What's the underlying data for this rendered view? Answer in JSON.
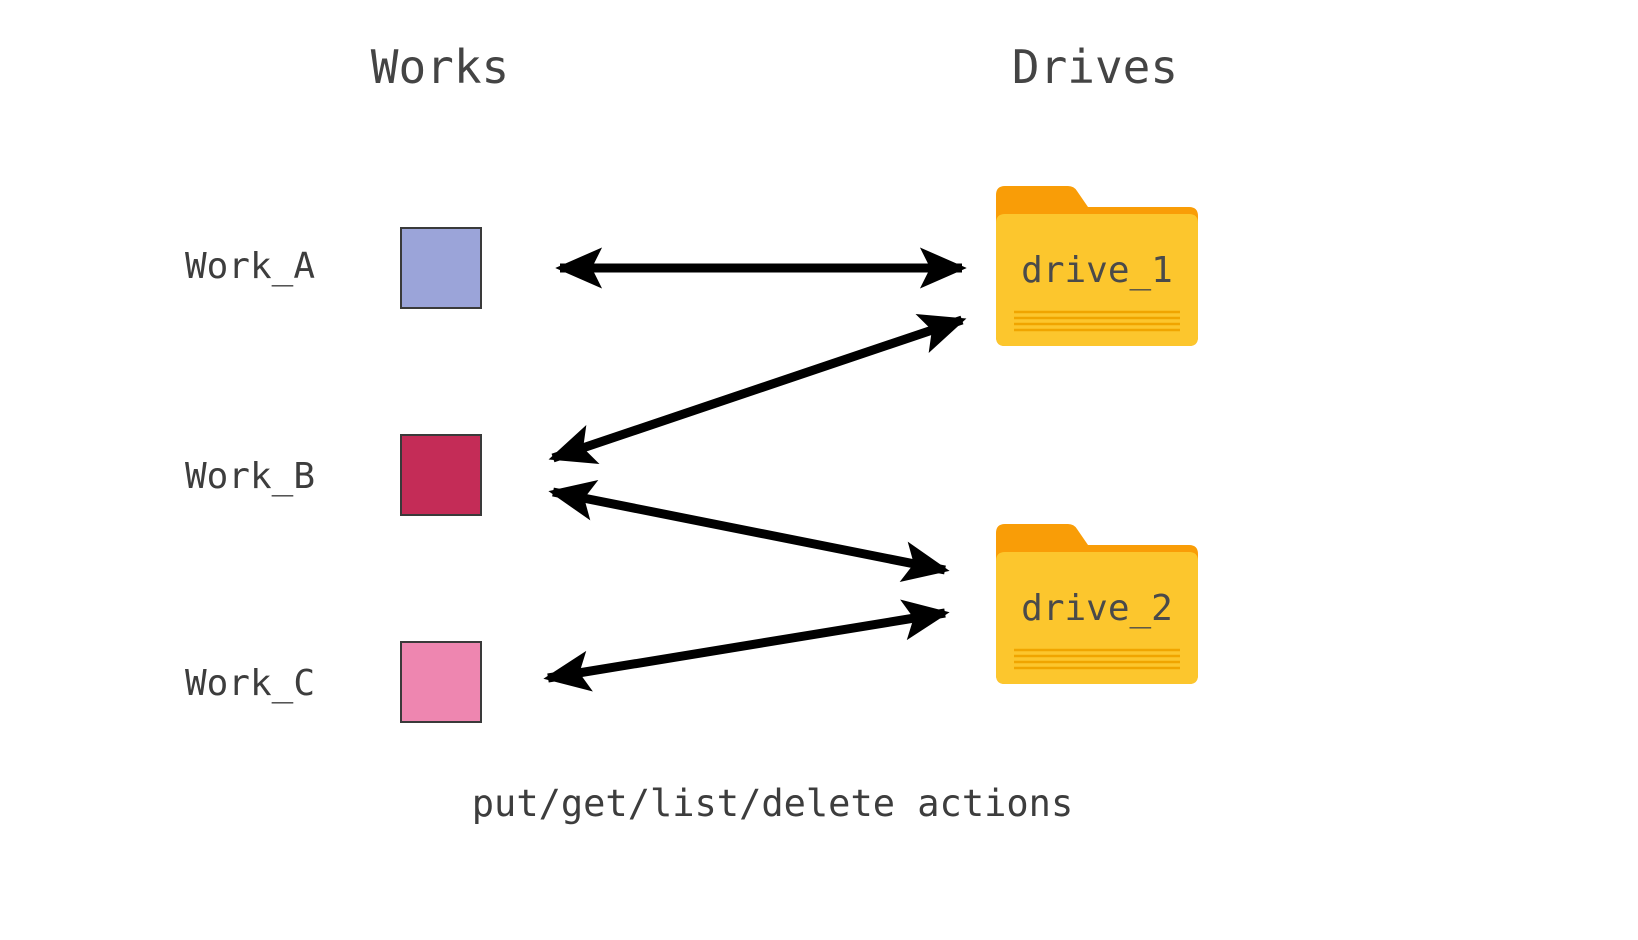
{
  "columns": {
    "works_title": "Works",
    "drives_title": "Drives"
  },
  "works": [
    {
      "label": "Work_A",
      "color": "#9ba4d9",
      "border": "#3a3a3a"
    },
    {
      "label": "Work_B",
      "color": "#c42c57",
      "border": "#3a3a3a"
    },
    {
      "label": "Work_C",
      "color": "#ee86b0",
      "border": "#3a3a3a"
    }
  ],
  "drives": [
    {
      "label": "drive_1",
      "icon": "folder-icon",
      "tab_color": "#f99d07",
      "body_color": "#fcc62d",
      "line_color": "#f0a500"
    },
    {
      "label": "drive_2",
      "icon": "folder-icon",
      "tab_color": "#f99d07",
      "body_color": "#fcc62d",
      "line_color": "#f0a500"
    }
  ],
  "connections": [
    {
      "id": "work-a-drive-1",
      "from": "Work_A",
      "to": "drive_1",
      "style": "double-headed"
    },
    {
      "id": "work-b-drive-1",
      "from": "Work_B",
      "to": "drive_1",
      "style": "double-headed"
    },
    {
      "id": "work-b-drive-2",
      "from": "Work_B",
      "to": "drive_2",
      "style": "double-headed"
    },
    {
      "id": "work-c-drive-2",
      "from": "Work_C",
      "to": "drive_2",
      "style": "double-headed"
    }
  ],
  "caption": "put/get/list/delete actions",
  "colors": {
    "arrow": "#000000",
    "text": "#3d3d3d",
    "title_text": "#444444",
    "background": "#ffffff"
  }
}
